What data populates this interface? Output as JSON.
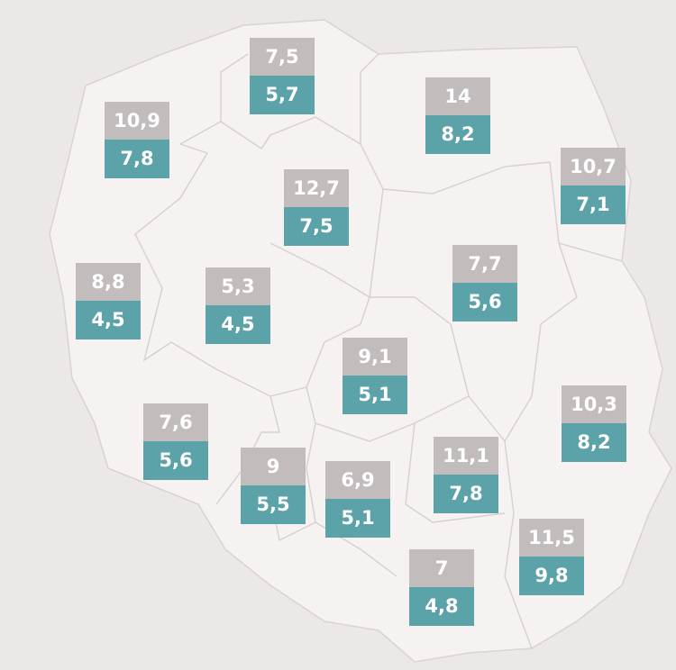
{
  "map": {
    "colors": {
      "background": "#ece8e8",
      "land": "#f6f2f2",
      "border": "#d6d0d0",
      "top_value_box": "#c2bcbc",
      "bottom_value_box": "#5ba2a9",
      "label_text": "#ffffff"
    },
    "regions": [
      {
        "top": "7,5",
        "bottom": "5,7"
      },
      {
        "top": "10,9",
        "bottom": "7,8"
      },
      {
        "top": "14",
        "bottom": "8,2"
      },
      {
        "top": "10,7",
        "bottom": "7,1"
      },
      {
        "top": "12,7",
        "bottom": "7,5"
      },
      {
        "top": "8,8",
        "bottom": "4,5"
      },
      {
        "top": "5,3",
        "bottom": "4,5"
      },
      {
        "top": "7,7",
        "bottom": "5,6"
      },
      {
        "top": "9,1",
        "bottom": "5,1"
      },
      {
        "top": "10,3",
        "bottom": "8,2"
      },
      {
        "top": "7,6",
        "bottom": "5,6"
      },
      {
        "top": "9",
        "bottom": "5,5"
      },
      {
        "top": "6,9",
        "bottom": "5,1"
      },
      {
        "top": "11,1",
        "bottom": "7,8"
      },
      {
        "top": "11,5",
        "bottom": "9,8"
      },
      {
        "top": "7",
        "bottom": "4,8"
      }
    ]
  }
}
